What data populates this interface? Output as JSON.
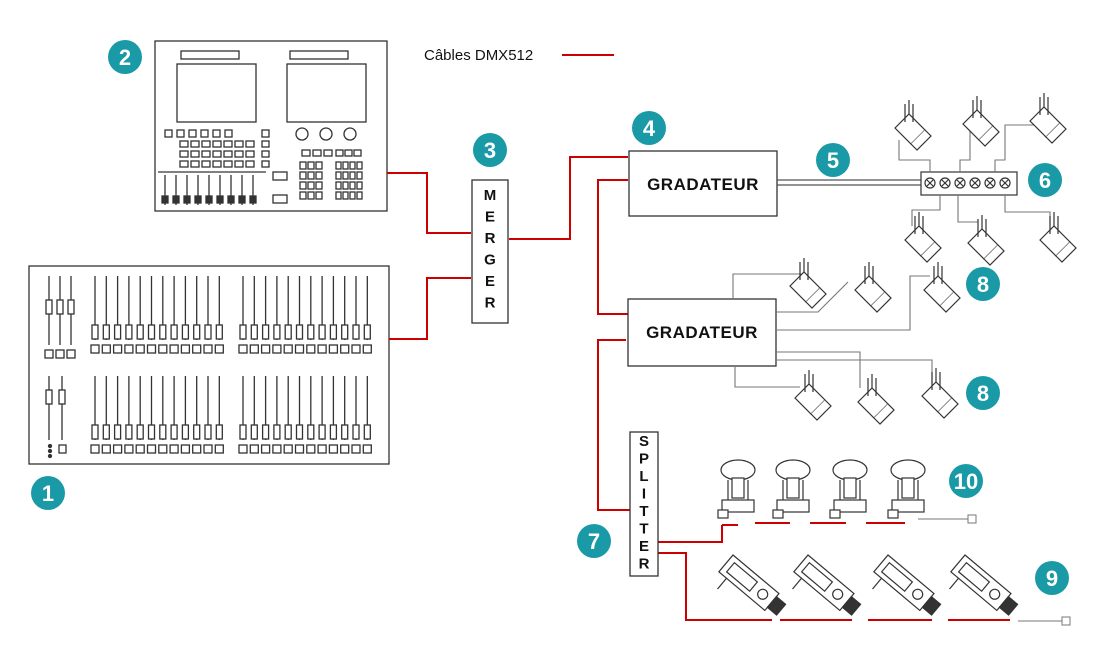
{
  "legend": {
    "label": "Câbles DMX512",
    "color": "#cc0000"
  },
  "colors": {
    "accent": "#1a9aa6",
    "cable": "#cc0000",
    "device": "#444444"
  },
  "boxes": {
    "merger": "MERGER",
    "splitter": "SPLITTER",
    "dimmer_top": "GRADATEUR",
    "dimmer_bottom": "GRADATEUR"
  },
  "markers": [
    "1",
    "2",
    "3",
    "4",
    "5",
    "6",
    "7",
    "8",
    "8",
    "9",
    "10"
  ]
}
